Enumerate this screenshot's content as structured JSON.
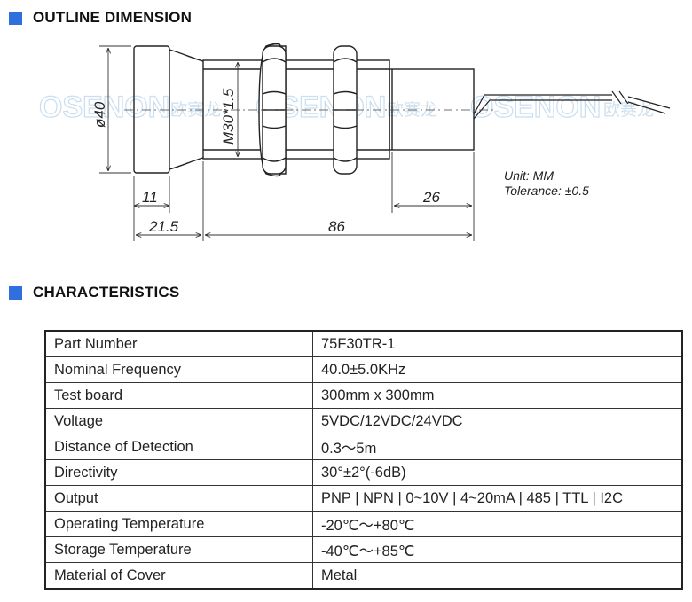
{
  "sections": {
    "outline_title": "OUTLINE DIMENSION",
    "characteristics_title": "CHARACTERISTICS"
  },
  "drawing": {
    "diameter_label": "ø40",
    "thread_label": "M30*1.5",
    "dim_head_length": "11",
    "dim_front_length": "21.5",
    "dim_body_length": "86",
    "dim_tail_length": "26",
    "unit_note": "Unit: MM",
    "tolerance_note": "Tolerance: ±0.5",
    "watermark_brand": "OSENON",
    "watermark_cn": "欧赛龙"
  },
  "characteristics": [
    {
      "label": "Part Number",
      "value": "75F30TR-1"
    },
    {
      "label": "Nominal Frequency",
      "value": "40.0±5.0KHz"
    },
    {
      "label": "Test board",
      "value": "300mm x 300mm"
    },
    {
      "label": "Voltage",
      "value": "5VDC/12VDC/24VDC"
    },
    {
      "label": "Distance of Detection",
      "value": "0.3～5m"
    },
    {
      "label": "Directivity",
      "value": "30°±2°(-6dB)"
    },
    {
      "label": "Output",
      "value": "PNP | NPN | 0~10V | 4~20mA | 485 | TTL | I2C"
    },
    {
      "label": "Operating Temperature",
      "value": "-20℃～+80℃"
    },
    {
      "label": "Storage Temperature",
      "value": "-40℃～+85℃"
    },
    {
      "label": "Material of Cover",
      "value": "Metal"
    }
  ],
  "colors": {
    "accent": "#2f6fde",
    "watermark": "#cfe3f2"
  }
}
